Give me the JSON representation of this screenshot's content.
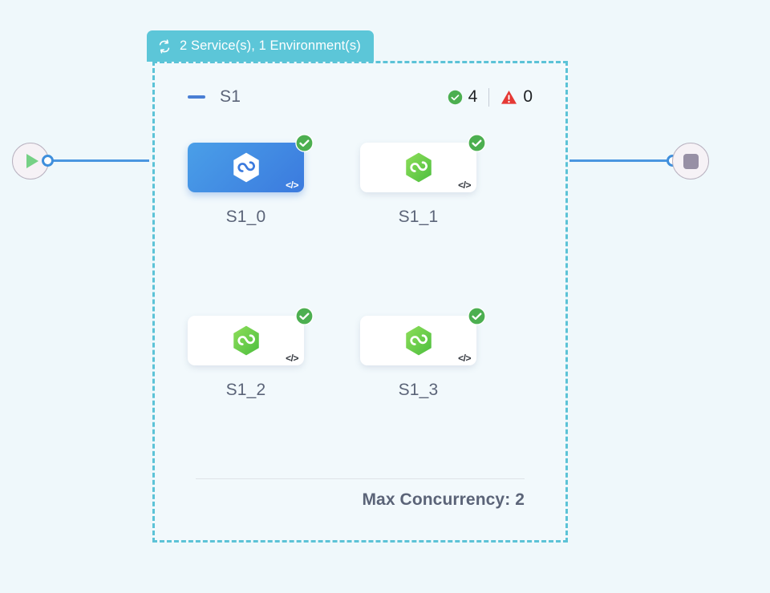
{
  "group": {
    "header": {
      "icon": "sync-icon",
      "title": "2 Service(s), 1 Environment(s)"
    },
    "section": {
      "collapse_icon": "minus-icon",
      "label": "S1",
      "counters": {
        "success": {
          "icon": "check-circle-icon",
          "value": "4"
        },
        "warning": {
          "icon": "warning-triangle-icon",
          "value": "0"
        }
      }
    },
    "nodes": [
      {
        "label": "S1_0",
        "selected": true,
        "status_icon": "check-circle-icon",
        "code_glyph": "</>"
      },
      {
        "label": "S1_1",
        "selected": false,
        "status_icon": "check-circle-icon",
        "code_glyph": "</>"
      },
      {
        "label": "S1_2",
        "selected": false,
        "status_icon": "check-circle-icon",
        "code_glyph": "</>"
      },
      {
        "label": "S1_3",
        "selected": false,
        "status_icon": "check-circle-icon",
        "code_glyph": "</>"
      }
    ],
    "footer": {
      "max_concurrency": "Max Concurrency: 2"
    }
  },
  "terminals": {
    "start": {
      "icon": "play-icon"
    },
    "end": {
      "icon": "stop-icon"
    }
  },
  "colors": {
    "background": "#eff8fb",
    "header_teal": "#5cc6d8",
    "border_dashed": "#5cc3d7",
    "edge_blue": "#4a96e0",
    "node_selected_blue": "#3b7ade",
    "success_green": "#4caf50",
    "warning_red": "#e53935",
    "label_slate": "#5b6478"
  }
}
